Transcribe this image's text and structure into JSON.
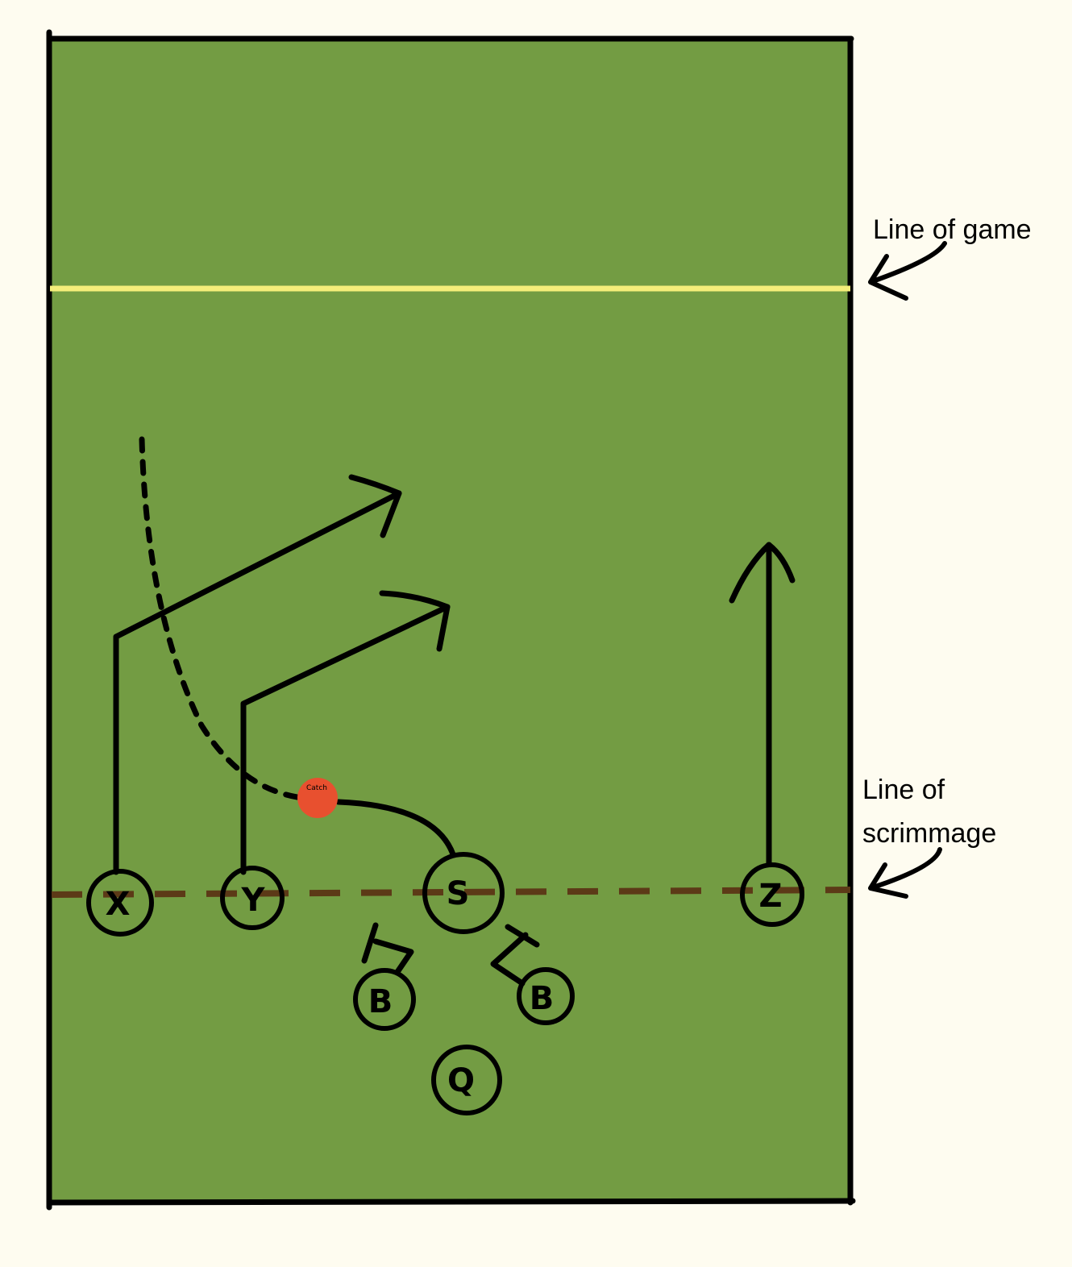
{
  "colors": {
    "background": "#fefcf0",
    "field": "#739c43",
    "line_of_game": "#f5ee7a",
    "line_of_scrimmage": "#5c3a17",
    "ball": "#e8502f",
    "ink": "#000000"
  },
  "annotations": {
    "line_of_game": "Line of game",
    "line_of_scrimmage_1": "Line of",
    "line_of_scrimmage_2": "scrimmage"
  },
  "players": {
    "x": "X",
    "y": "Y",
    "s": "S",
    "z": "Z",
    "b_left": "B",
    "b_right": "B",
    "q": "Q"
  },
  "ball": {
    "label": "Catch"
  }
}
